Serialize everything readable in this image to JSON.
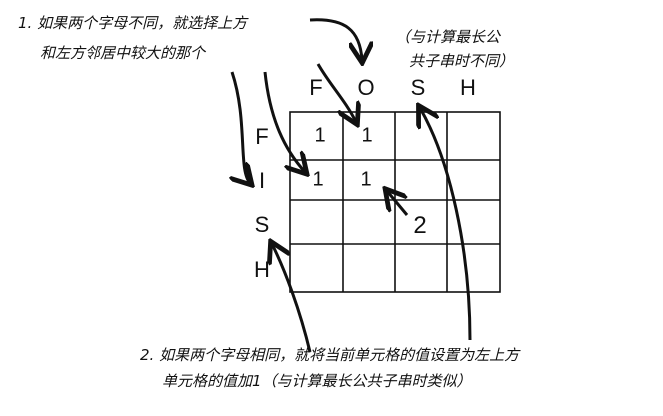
{
  "note1": {
    "line1": "1. 如果两个字母不同，就选择上方",
    "line2": "和左方邻居中较大的那个"
  },
  "note1_aside": {
    "line1": "（与计算最长公",
    "line2": "共子串时不同）"
  },
  "note2": {
    "line1": "2. 如果两个字母相同，就将当前单元格的值设置为左上方",
    "line2": "单元格的值加1（与计算最长公共子串时类似）"
  },
  "grid": {
    "columns": [
      "F",
      "O",
      "S",
      "H"
    ],
    "rows": [
      "F",
      "I",
      "S",
      "H"
    ],
    "cells": [
      [
        "1",
        "1",
        "",
        ""
      ],
      [
        "1",
        "1",
        "",
        ""
      ],
      [
        "",
        "",
        "2",
        ""
      ],
      [
        "",
        "",
        "",
        ""
      ]
    ]
  }
}
